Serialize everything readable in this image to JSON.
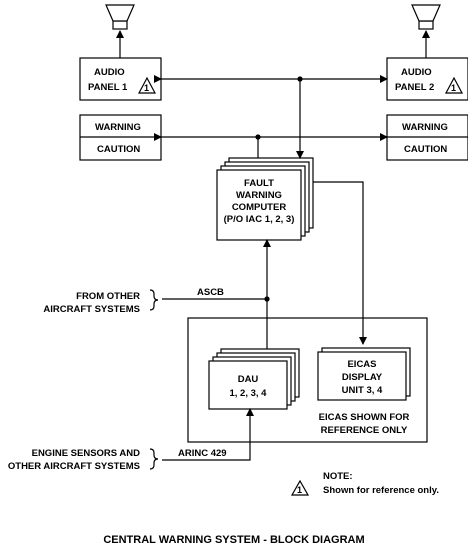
{
  "blocks": {
    "audio_panel_1": {
      "line1": "AUDIO",
      "line2": "PANEL 1",
      "note_ref": "1"
    },
    "audio_panel_2": {
      "line1": "AUDIO",
      "line2": "PANEL 2",
      "note_ref": "1"
    },
    "warning_left": {
      "top": "WARNING",
      "bottom": "CAUTION"
    },
    "warning_right": {
      "top": "WARNING",
      "bottom": "CAUTION"
    },
    "fwc": {
      "line1": "FAULT",
      "line2": "WARNING",
      "line3": "COMPUTER",
      "line4": "(P/O IAC 1, 2, 3)"
    },
    "dau": {
      "line1": "DAU",
      "line2": "1, 2, 3, 4"
    },
    "eicas": {
      "line1": "EICAS",
      "line2": "DISPLAY",
      "line3": "UNIT 3, 4"
    }
  },
  "labels": {
    "from_other_1": "FROM OTHER",
    "from_other_2": "AIRCRAFT SYSTEMS",
    "ascb": "ASCB",
    "engine_1": "ENGINE SENSORS AND",
    "engine_2": "OTHER AIRCRAFT SYSTEMS",
    "arinc": "ARINC 429",
    "eicas_ref_1": "EICAS SHOWN FOR",
    "eicas_ref_2": "REFERENCE ONLY"
  },
  "note": {
    "heading": "NOTE:",
    "symbol": "1",
    "text": "Shown for reference only."
  },
  "title": "CENTRAL WARNING SYSTEM - BLOCK DIAGRAM"
}
